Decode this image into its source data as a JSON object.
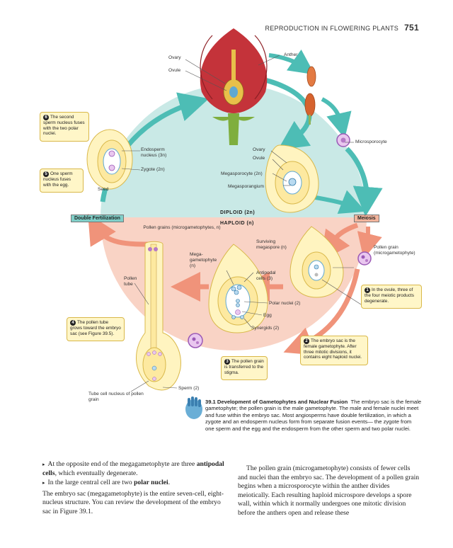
{
  "header": {
    "running_title": "REPRODUCTION IN FLOWERING PLANTS",
    "page_number": "751"
  },
  "figure": {
    "phase_diploid": "DIPLOID (2n)",
    "phase_haploid": "HAPLOID (n)",
    "tags": {
      "double_fertilization": "Double Fertilization",
      "meiosis": "Meiosis"
    },
    "labels": {
      "ovary_top": "Ovary",
      "ovule_top": "Ovule",
      "anther": "Anther",
      "microsporocyte": "Microsporocyte",
      "ovary_mid": "Ovary",
      "ovule_mid": "Ovule",
      "megasporocyte": "Megasporocyte (2n)",
      "megasporangium": "Megasporangium",
      "endosperm_nucleus": "Endosperm nucleus (3n)",
      "zygote": "Zygote (2n)",
      "seed": "Seed",
      "pollen_grains": "Pollen grains (microgametophytes, n)",
      "surviving_megaspore": "Surviving megaspore (n)",
      "pollen_grain_right": "Pollen grain (microgametophyte)",
      "megagametophyte": "Mega-gametophyte (n)",
      "antipodal_cells": "Antipodal cells (3)",
      "polar_nuclei": "Polar nuclei (2)",
      "egg": "Egg",
      "synergids": "Synergids (2)",
      "pollen_tube": "Pollen tube",
      "sperm": "Sperm (2)",
      "tube_cell_nucleus": "Tube cell nucleus of pollen grain"
    },
    "steps": [
      {
        "n": "1",
        "text": "In the ovule, three of the four meiotic products degenerate."
      },
      {
        "n": "2",
        "text": "The embryo sac is the female gametophyte. After three mitotic divisions, it contains eight haploid nuclei."
      },
      {
        "n": "3",
        "text": "The pollen grain is transferred to the stigma."
      },
      {
        "n": "4",
        "text": "The pollen tube grows toward the embryo sac (see Figure 39.5)."
      },
      {
        "n": "5",
        "text": "One sperm nucleus fuses with the egg."
      },
      {
        "n": "6",
        "text": "The second sperm nucleus fuses with the two polar nuclei."
      }
    ]
  },
  "caption": {
    "number": "39.1",
    "title": "Development of Gametophytes and Nuclear Fusion",
    "text": "The embryo sac is the female gametophyte; the pollen grain is the male gametophyte. The male and female nuclei meet and fuse within the embryo sac. Most angiosperms have double fertilization, in which a zygote and an endosperm nucleus form from separate fusion events— the zygote from one sperm and the egg and the endosperm from the other sperm and two polar nuclei."
  },
  "body_left": {
    "bullet1_pre": "At the opposite end of the megagametophyte are three ",
    "bullet1_bold": "antipodal cells",
    "bullet1_post": ", which eventually degenerate.",
    "bullet2_pre": "In the large central cell are two ",
    "bullet2_bold": "polar nuclei",
    "bullet2_post": ".",
    "paragraph": "The embryo sac (megagametophyte) is the entire seven-cell, eight-nucleus structure. You can review the development of the embryo sac in Figure 39.1."
  },
  "body_right": {
    "paragraph": "The pollen grain (microgametophyte) consists of fewer cells and nuclei than the embryo sac. The development of a pollen grain begins when a microsporocyte within the anther divides meiotically. Each resulting haploid microspore develops a spore wall, within which it normally undergoes one mitotic division before the anthers open and release these"
  },
  "colors": {
    "diploid_bg": "#c9e9e6",
    "haploid_bg": "#f9d3c5",
    "teal_arrow": "#4dbdb5",
    "salmon_arrow": "#f0937a",
    "flower": "#c4333a",
    "ovule_yellow": "#fde9a0"
  }
}
